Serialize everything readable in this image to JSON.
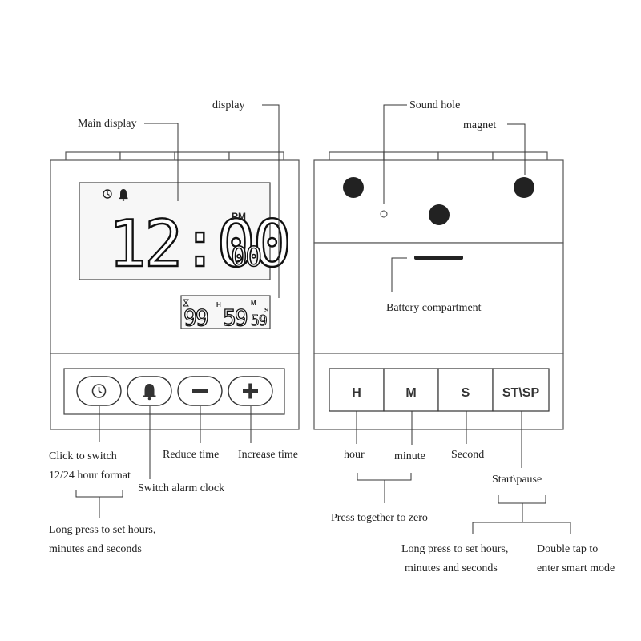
{
  "left_device": {
    "main_display": {
      "time": "12:00",
      "seconds": "00",
      "ampm": "PM"
    },
    "sub_display": {
      "hours": "99",
      "minutes": "59",
      "seconds": "59",
      "h_mark": "H",
      "m_mark": "M",
      "s_mark": "S"
    },
    "buttons": [
      {
        "icon": "clock-icon"
      },
      {
        "icon": "bell-icon"
      },
      {
        "icon": "minus-icon"
      },
      {
        "icon": "plus-icon"
      }
    ]
  },
  "right_device": {
    "buttons": [
      {
        "label": "H"
      },
      {
        "label": "M"
      },
      {
        "label": "S"
      },
      {
        "label": "ST\\SP"
      }
    ]
  },
  "labels": {
    "main_display": "Main display",
    "display": "display",
    "sound_hole": "Sound hole",
    "magnet": "magnet",
    "battery_compartment": "Battery compartment",
    "click_to_switch": "Click to switch",
    "hour_format": "12/24 hour format",
    "switch_alarm": "Switch alarm clock",
    "reduce_time": "Reduce time",
    "increase_time": "Increase time",
    "long_press_left_1": "Long press to set hours,",
    "long_press_left_2": "minutes and seconds",
    "hour": "hour",
    "minute": "minute",
    "second": "Second",
    "start_pause": "Start\\pause",
    "press_together": "Press together to zero",
    "long_press_right_1": "Long press to set hours,",
    "long_press_right_2": "minutes and seconds",
    "double_tap_1": "Double tap to",
    "double_tap_2": "enter smart mode"
  }
}
